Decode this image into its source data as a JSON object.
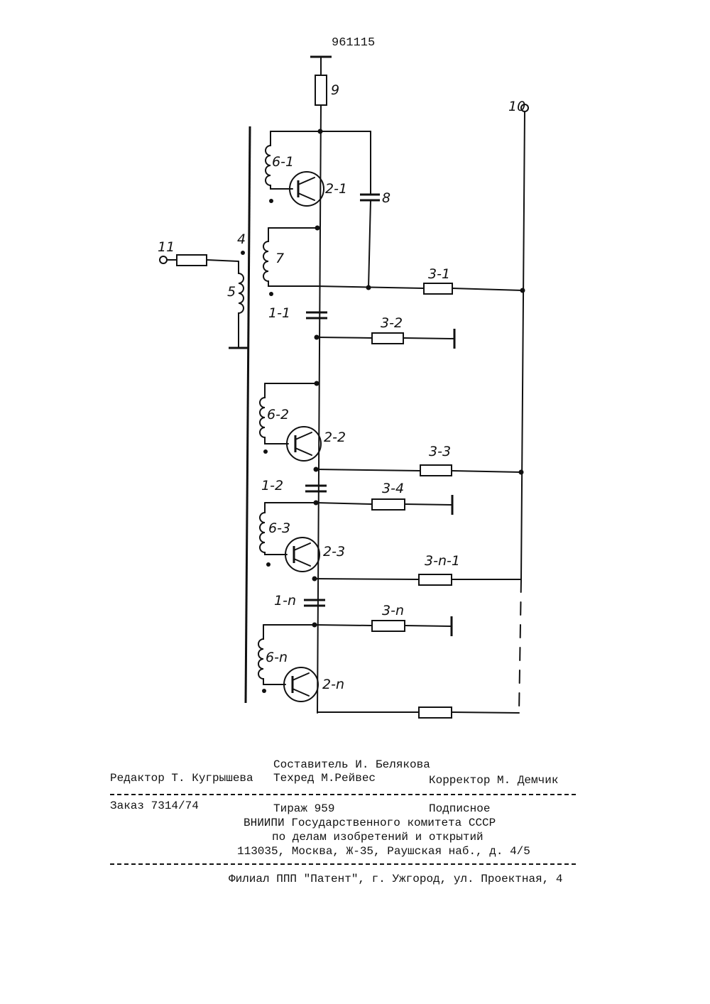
{
  "patent_number": "961115",
  "labels": {
    "r9": "9",
    "t10": "10",
    "t11": "11",
    "n4": "4",
    "l5": "5",
    "l6_1": "6-1",
    "q2_1": "2-1",
    "c8": "8",
    "l7": "7",
    "r3_1": "3-1",
    "c1_1": "1-1",
    "r3_2": "3-2",
    "l6_2": "6-2",
    "q2_2": "2-2",
    "r3_3": "3-3",
    "c1_2": "1-2",
    "r3_4": "3-4",
    "l6_3": "6-3",
    "q2_3": "2-3",
    "r3_n1": "3-n-1",
    "c1_n": "1-n",
    "r3_n": "3-n",
    "l6_n": "6-n",
    "q2_n": "2-n"
  },
  "footer": {
    "compiler": "Составитель И. Белякова",
    "editor": "Редактор Т. Кугрышева",
    "techred": "Техред М.Рейвес",
    "corrector": "Корректор М. Демчик",
    "order": "Заказ 7314/74",
    "print_run": "Тираж 959",
    "subscription": "Подписное",
    "org_line1": "ВНИИПИ Государственного комитета СССР",
    "org_line2": "по делам изобретений и открытий",
    "address": "113035, Москва, Ж-35, Раушская наб., д. 4/5",
    "branch": "Филиал ППП \"Патент\", г. Ужгород, ул. Проектная, 4"
  }
}
